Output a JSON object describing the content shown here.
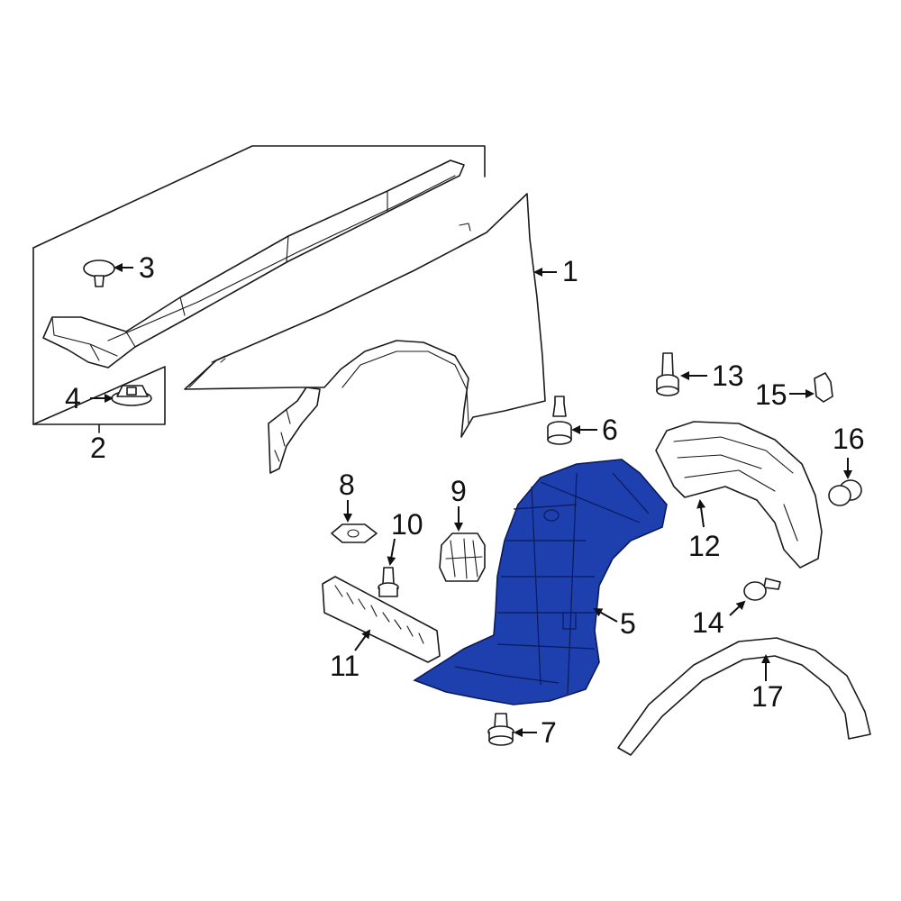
{
  "diagram": {
    "highlight_color": "#1e3fae",
    "line_color": "#1a1a1a",
    "background": "#ffffff",
    "callouts": {
      "c1": "1",
      "c2": "2",
      "c3": "3",
      "c4": "4",
      "c5": "5",
      "c6": "6",
      "c7": "7",
      "c8": "8",
      "c9": "9",
      "c10": "10",
      "c11": "11",
      "c12": "12",
      "c13": "13",
      "c14": "14",
      "c15": "15",
      "c16": "16",
      "c17": "17"
    },
    "highlighted_part": "5"
  }
}
